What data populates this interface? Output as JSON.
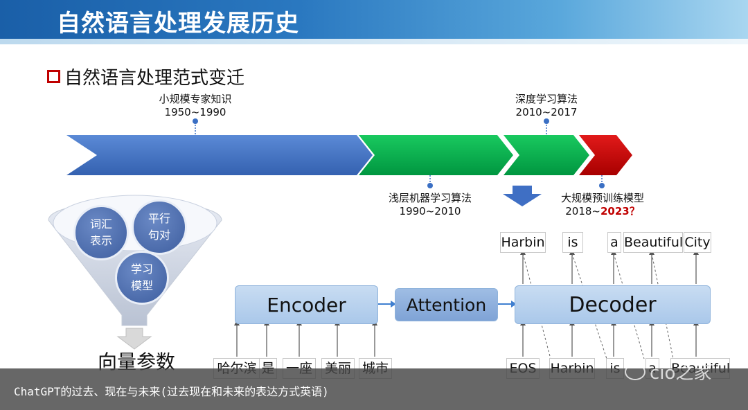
{
  "title": "自然语言处理发展历史",
  "section": "自然语言处理范式变迁",
  "timeline": {
    "top_labels": [
      {
        "name": "小规模专家知识",
        "years": "1950~1990"
      },
      {
        "name": "深度学习算法",
        "years": "2010~2017"
      }
    ],
    "bottom_labels": [
      {
        "name": "浅层机器学习算法",
        "years": "1990~2010"
      },
      {
        "name": "大规模预训练模型",
        "years_prefix": "2018~",
        "years_highlight": "2023？"
      }
    ],
    "colors": {
      "blue": "#4472c4",
      "green": "#00b050",
      "red": "#c00000"
    }
  },
  "funnel": {
    "circles": [
      "词汇\n表示",
      "平行\n句对",
      "学习\n模型"
    ],
    "output": "向量参数"
  },
  "seq2seq": {
    "encoder": "Encoder",
    "attention": "Attention",
    "decoder": "Decoder",
    "input_tokens": [
      "哈尔滨",
      "是",
      "一座",
      "美丽",
      "城市"
    ],
    "output_tokens": [
      "Harbin",
      "is",
      "a",
      "Beautiful",
      "City"
    ],
    "decoder_inputs": [
      "EOS",
      "Harbin",
      "is",
      "a",
      "Beautiful"
    ]
  },
  "watermark": "cio之家",
  "caption": "ChatGPT的过去、现在与未来(过去现在和未来的表达方式英语)"
}
